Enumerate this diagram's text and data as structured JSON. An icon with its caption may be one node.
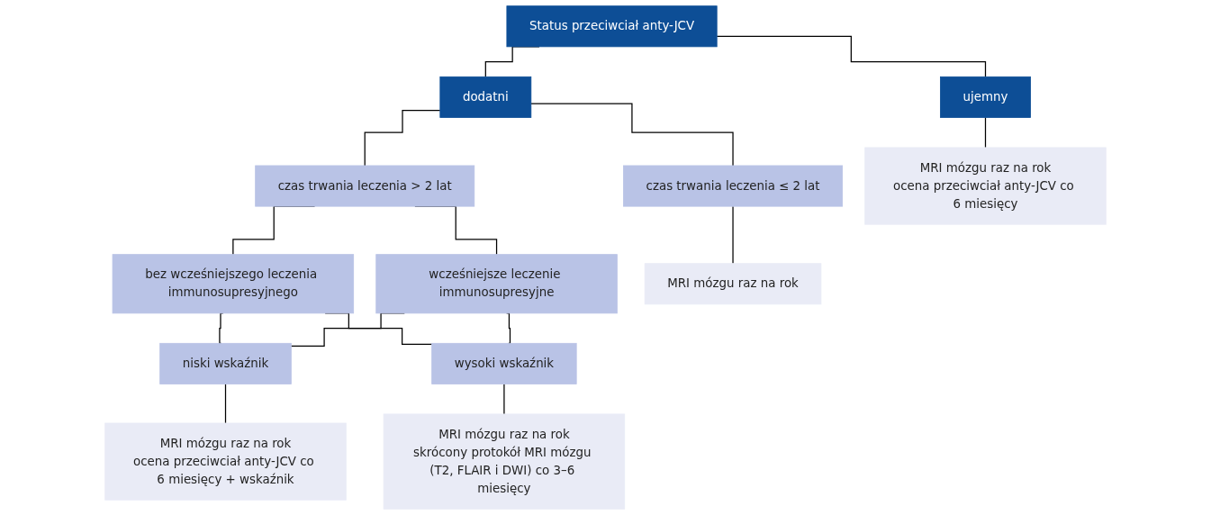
{
  "diagram": {
    "nodes": [
      {
        "text": [
          "Status przeciwciał anty-JCV"
        ]
      },
      {
        "text": [
          "ujemny"
        ]
      },
      {
        "text": [
          "dodatni"
        ]
      },
      {
        "text": [
          "czas trwania leczenia ≤ 2 lat"
        ]
      },
      {
        "text": [
          "czas trwania leczenia > 2 lat"
        ]
      },
      {
        "text": [
          "bez wcześniejszego leczenia immunosupresyjnego"
        ]
      },
      {
        "text": [
          "wcześniejsze leczenie immunosupresyjne"
        ]
      },
      {
        "text": [
          "niski wskaźnik"
        ]
      },
      {
        "text": [
          "wysoki wskaźnik"
        ]
      },
      {
        "text": [
          "MRI mózgu raz na rok",
          "ocena przeciwciał anty-JCV co 6 miesięcy"
        ]
      },
      {
        "text": [
          "MRI mózgu raz na rok"
        ]
      },
      {
        "text": [
          "MRI mózgu raz na rok",
          "ocena przeciwciał anty-JCV co 6 miesięcy + wskaźnik"
        ]
      },
      {
        "text": [
          "MRI mózgu raz na rok",
          "skrócony protokół MRI mózgu (T2, FLAIR i DWI) co 3–6 miesięcy"
        ]
      }
    ],
    "edges": [
      {
        "from": 0,
        "to": 1,
        "arrow": "none"
      },
      {
        "from": 0,
        "to": 2,
        "arrow": "none"
      },
      {
        "from": 1,
        "to": 9,
        "arrow": "none"
      },
      {
        "from": 2,
        "to": 3,
        "arrow": "none"
      },
      {
        "from": 2,
        "to": 4,
        "arrow": "none"
      },
      {
        "from": 3,
        "to": 10,
        "arrow": "none"
      },
      {
        "from": 4,
        "to": 5,
        "arrow": "none"
      },
      {
        "from": 4,
        "to": 6,
        "arrow": "none"
      },
      {
        "from": 5,
        "to": 7,
        "arrow": "none"
      },
      {
        "from": 5,
        "to": 8,
        "arrow": "none"
      },
      {
        "from": 6,
        "to": 7,
        "arrow": "none"
      },
      {
        "from": 6,
        "to": 8,
        "arrow": "none"
      },
      {
        "from": 7,
        "to": 11,
        "arrow": "none"
      },
      {
        "from": 8,
        "to": 12,
        "arrow": "none"
      }
    ]
  }
}
